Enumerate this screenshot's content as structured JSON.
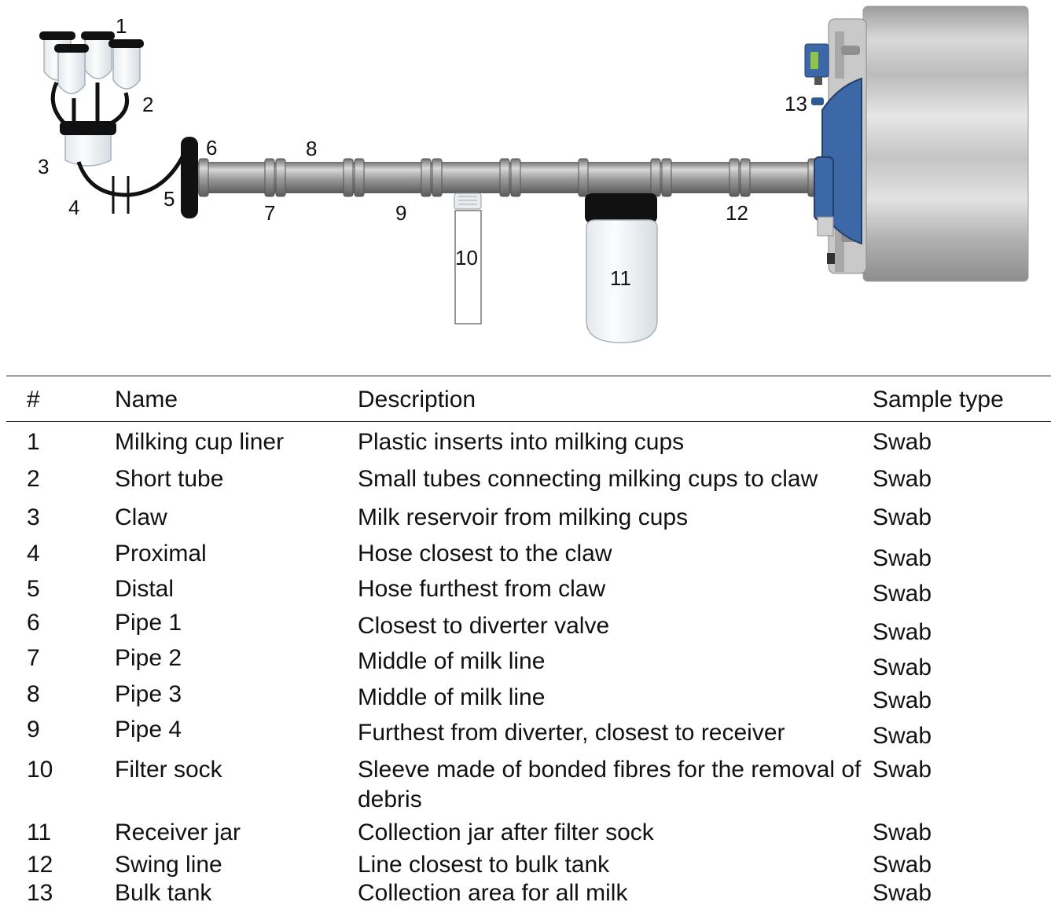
{
  "diagram": {
    "labels": [
      "1",
      "2",
      "3",
      "4",
      "5",
      "6",
      "7",
      "8",
      "9",
      "10",
      "11",
      "12",
      "13"
    ]
  },
  "table": {
    "headers": {
      "num": "#",
      "name": "Name",
      "desc": "Description",
      "type": "Sample type"
    },
    "rows": [
      {
        "num": "1",
        "name": "Milking cup liner",
        "desc": "Plastic inserts into milking cups",
        "type": "Swab"
      },
      {
        "num": "2",
        "name": "Short tube",
        "desc": "Small tubes connecting milking cups to claw",
        "type": "Swab"
      },
      {
        "num": "3",
        "name": "Claw",
        "desc": "Milk reservoir from milking cups",
        "type": "Swab"
      },
      {
        "num": "4",
        "name": "Proximal",
        "desc": "Hose closest to the claw",
        "type": "Swab"
      },
      {
        "num": "5",
        "name": "Distal",
        "desc": "Hose furthest from claw",
        "type": "Swab"
      },
      {
        "num": "6",
        "name": "Pipe 1",
        "desc": "Closest to diverter valve",
        "type": "Swab"
      },
      {
        "num": "7",
        "name": "Pipe 2",
        "desc": "Middle of milk line",
        "type": "Swab"
      },
      {
        "num": "8",
        "name": "Pipe 3",
        "desc": "Middle of milk line",
        "type": "Swab"
      },
      {
        "num": "9",
        "name": "Pipe 4",
        "desc": "Furthest from diverter, closest to receiver",
        "type": "Swab"
      },
      {
        "num": "10",
        "name": "Filter sock",
        "desc": "Sleeve made of bonded fibres for the removal of debris",
        "type": "Swab"
      },
      {
        "num": "11",
        "name": "Receiver jar",
        "desc": "Collection jar after filter sock",
        "type": "Swab"
      },
      {
        "num": "12",
        "name": "Swing line",
        "desc": "Line closest to bulk tank",
        "type": "Swab"
      },
      {
        "num": "13",
        "name": "Bulk tank",
        "desc": "Collection area for all milk",
        "type": "Swab"
      }
    ]
  }
}
